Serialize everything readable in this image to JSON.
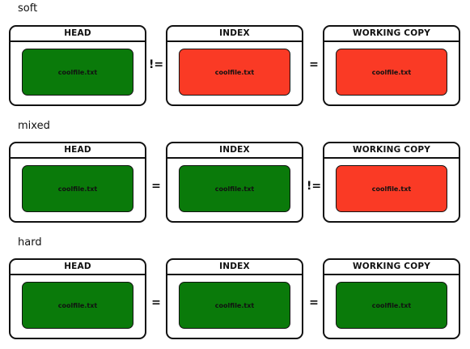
{
  "colors": {
    "green": "#0a7a0a",
    "red": "#fa3a25"
  },
  "rows": [
    {
      "label": "soft",
      "panels": [
        {
          "title": "HEAD",
          "file": "coolfile.txt",
          "color": "green"
        },
        {
          "title": "INDEX",
          "file": "coolfile.txt",
          "color": "red"
        },
        {
          "title": "WORKING COPY",
          "file": "coolfile.txt",
          "color": "red"
        }
      ],
      "relations": [
        "!=",
        "="
      ]
    },
    {
      "label": "mixed",
      "panels": [
        {
          "title": "HEAD",
          "file": "coolfile.txt",
          "color": "green"
        },
        {
          "title": "INDEX",
          "file": "coolfile.txt",
          "color": "green"
        },
        {
          "title": "WORKING COPY",
          "file": "coolfile.txt",
          "color": "red"
        }
      ],
      "relations": [
        "=",
        "!="
      ]
    },
    {
      "label": "hard",
      "panels": [
        {
          "title": "HEAD",
          "file": "coolfile.txt",
          "color": "green"
        },
        {
          "title": "INDEX",
          "file": "coolfile.txt",
          "color": "green"
        },
        {
          "title": "WORKING COPY",
          "file": "coolfile.txt",
          "color": "green"
        }
      ],
      "relations": [
        "=",
        "="
      ]
    }
  ]
}
